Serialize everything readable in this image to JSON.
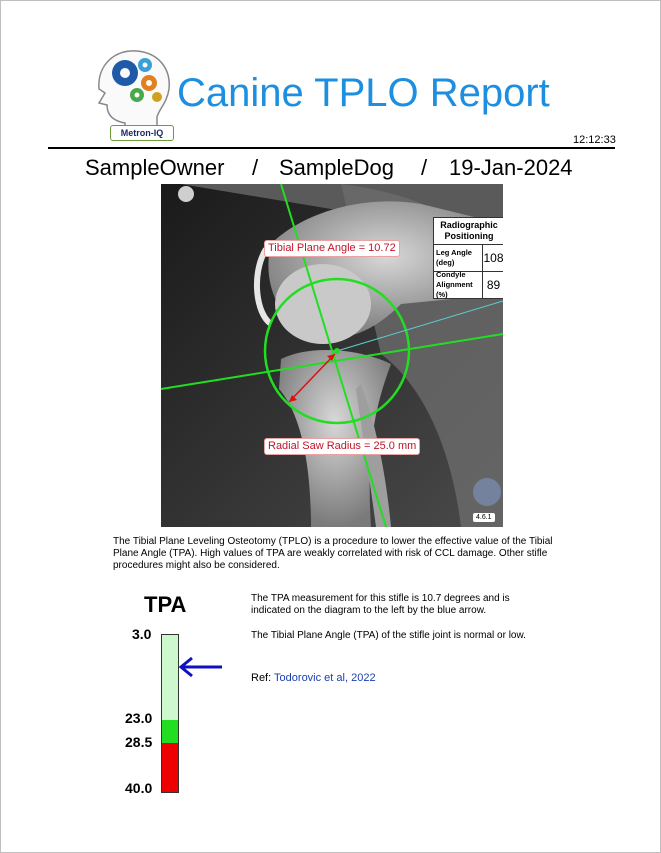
{
  "header": {
    "logo_text": "Metron-IQ",
    "title": "Canine TPLO Report",
    "time": "12:12:33"
  },
  "patient": {
    "owner": "SampleOwner",
    "separator1": "/",
    "dog": "SampleDog",
    "separator2": "/",
    "date": "19-Jan-2024"
  },
  "image": {
    "tpa_label": "Tibial Plane Angle = 10.72",
    "radius_label": "Radial Saw Radius =  25.0 mm",
    "version": "4.6.1",
    "positioning": {
      "title": "Radiographic Positioning",
      "rows": [
        {
          "name": "Leg Angle (deg)",
          "value": "108"
        },
        {
          "name": "Condyle Alignment (%)",
          "value": "89"
        }
      ]
    }
  },
  "description": "The Tibial Plane Leveling Osteotomy (TPLO) is a procedure to lower the effective value of the Tibial Plane Angle (TPA).  High values of TPA are weakly correlated with risk of CCL damage. Other stifle procedures might also be considered.",
  "tpa_scale": {
    "title": "TPA",
    "ticks": [
      "3.0",
      "23.0",
      "28.5",
      "40.0"
    ],
    "bands": [
      {
        "from": 3.0,
        "to": 23.0,
        "color": "#cdf7cd"
      },
      {
        "from": 23.0,
        "to": 28.5,
        "color": "#22dd22"
      },
      {
        "from": 28.5,
        "to": 40.0,
        "color": "#ee0000"
      }
    ],
    "marker_value": 10.7,
    "arrow_color": "#1010c0"
  },
  "findings": {
    "measurement": "The TPA measurement for this stifle is 10.7 degrees and is indicated on the diagram to the left by the blue arrow.",
    "conclusion": "The Tibial Plane Angle (TPA) of the stifle joint is normal or low.",
    "ref_prefix": "Ref:",
    "ref_link": "Todorovic et al, 2022"
  }
}
